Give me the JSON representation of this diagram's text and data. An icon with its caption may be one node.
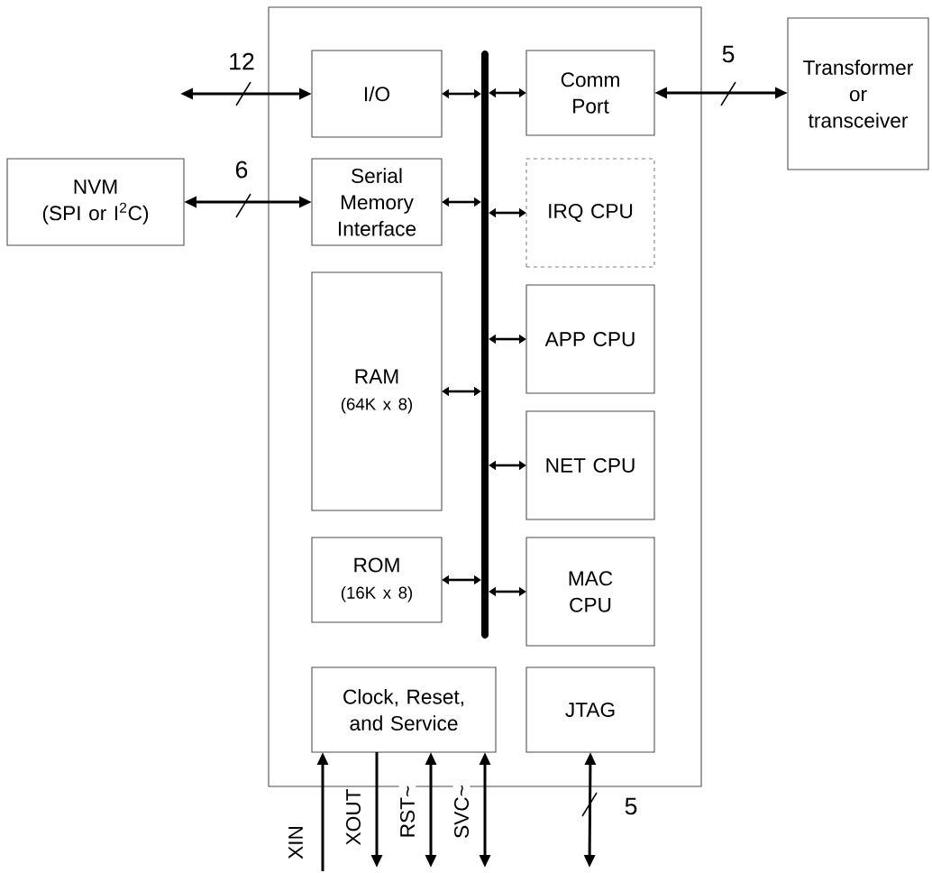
{
  "diagram": {
    "nodes": [
      {
        "text": [],
        "shape": "box"
      },
      {
        "text": [
          "I/O"
        ],
        "in": 0
      },
      {
        "text": [
          "Serial Memory Interface"
        ],
        "in": 0
      },
      {
        "text": [
          "RAM",
          "(64K x 8)"
        ],
        "in": 0
      },
      {
        "text": [
          "ROM",
          "(16K x 8)"
        ],
        "in": 0
      },
      {
        "text": [
          "Clock, Reset, and Service"
        ],
        "in": 0
      },
      {
        "text": [
          "Comm Port"
        ],
        "in": 0
      },
      {
        "text": [
          "IRQ CPU"
        ],
        "in": 0
      },
      {
        "text": [
          "APP CPU"
        ],
        "in": 0
      },
      {
        "text": [
          "NET CPU"
        ],
        "in": 0
      },
      {
        "text": [
          "MAC CPU"
        ],
        "in": 0
      },
      {
        "text": [
          "JTAG"
        ],
        "in": 0
      },
      {
        "text": [],
        "shape": "bar",
        "in": 0
      },
      {
        "text": [
          "NVM",
          "(SPI or I$^{2}$C)"
        ]
      },
      {
        "text": [
          "Transformer or transceiver"
        ]
      }
    ],
    "edges": [
      {
        "from": null,
        "to": 1,
        "arrow": "both",
        "label": "12"
      },
      {
        "from": 13,
        "to": 2,
        "arrow": "both",
        "label": "6"
      },
      {
        "from": 6,
        "to": 14,
        "arrow": "both",
        "label": "5"
      },
      {
        "from": 1,
        "to": 12,
        "arrow": "both"
      },
      {
        "from": 2,
        "to": 12,
        "arrow": "both"
      },
      {
        "from": 3,
        "to": 12,
        "arrow": "both"
      },
      {
        "from": 4,
        "to": 12,
        "arrow": "both"
      },
      {
        "from": 12,
        "to": 6,
        "arrow": "both"
      },
      {
        "from": 12,
        "to": 7,
        "arrow": "both"
      },
      {
        "from": 12,
        "to": 8,
        "arrow": "both"
      },
      {
        "from": 12,
        "to": 9,
        "arrow": "both"
      },
      {
        "from": 12,
        "to": 10,
        "arrow": "both"
      },
      {
        "from": null,
        "to": 5,
        "arrow": "to",
        "label": "XIN"
      },
      {
        "from": 5,
        "to": null,
        "arrow": "to",
        "label": "XOUT"
      },
      {
        "from": 5,
        "to": null,
        "arrow": "both",
        "label": "RST~"
      },
      {
        "from": 5,
        "to": null,
        "arrow": "both",
        "label": "SVC~"
      },
      {
        "from": 11,
        "to": null,
        "arrow": "both",
        "label": "5"
      }
    ]
  }
}
